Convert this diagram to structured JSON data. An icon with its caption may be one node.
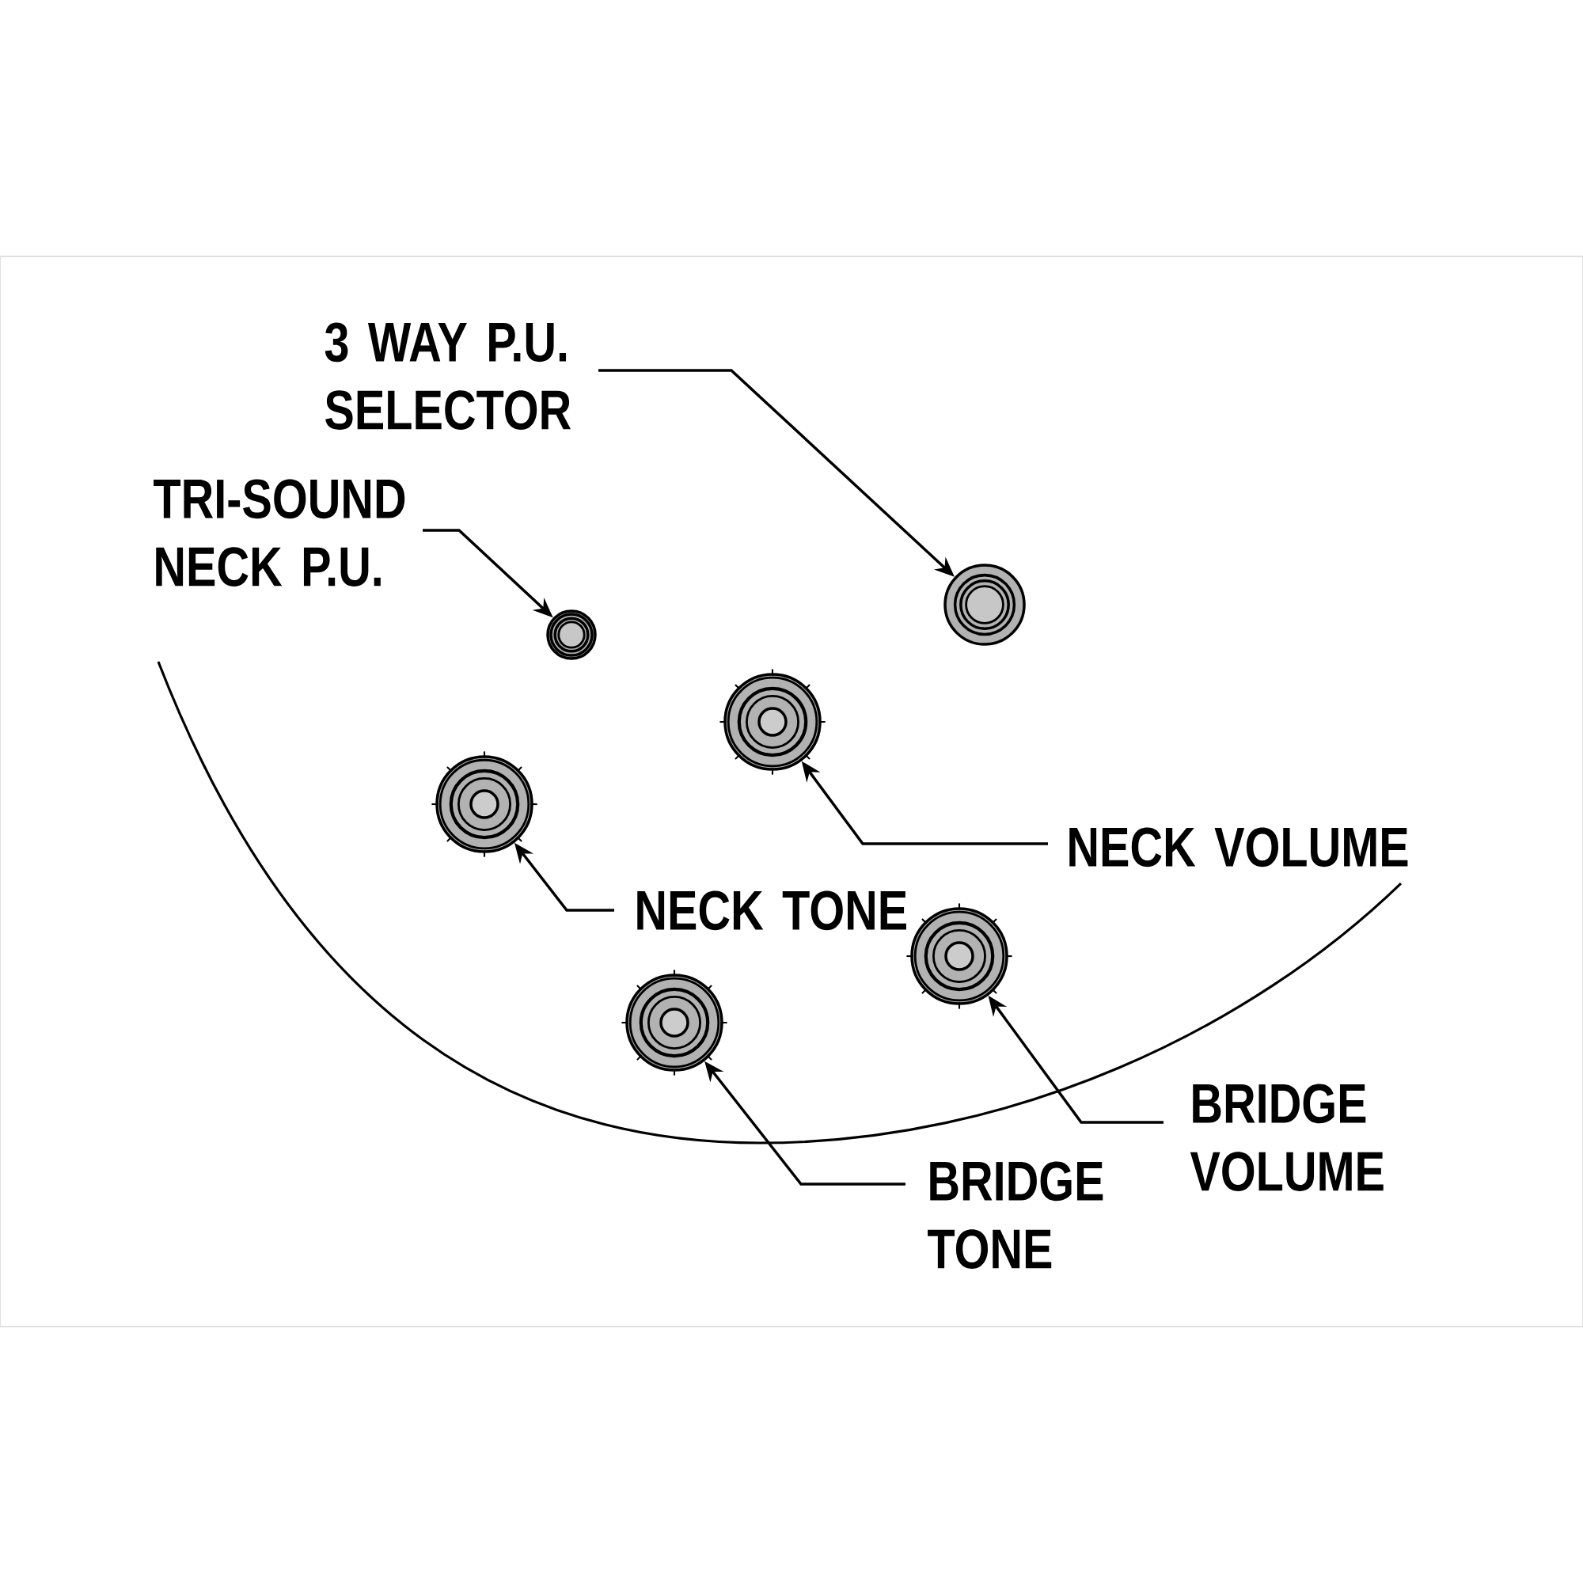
{
  "diagram": {
    "nodes": [
      {
        "text": [
          "3 WAY P.U. SELECTOR"
        ]
      },
      {
        "text": [
          "TRI-SOUND NECK P.U."
        ]
      },
      {
        "text": [
          "NECK VOLUME"
        ]
      },
      {
        "text": [
          "NECK TONE"
        ]
      },
      {
        "text": [
          "BRIDGE VOLUME"
        ]
      },
      {
        "text": [
          "BRIDGE TONE"
        ]
      },
      {
        "text": [],
        "shape": "circle"
      },
      {
        "text": [],
        "shape": "circle"
      },
      {
        "text": [],
        "shape": "circle"
      },
      {
        "text": [],
        "shape": "circle"
      },
      {
        "text": [],
        "shape": "circle"
      },
      {
        "text": [],
        "shape": "circle"
      }
    ],
    "edges": [
      {
        "from": 0,
        "to": 6,
        "arrow": "to"
      },
      {
        "from": 1,
        "to": 7,
        "arrow": "to"
      },
      {
        "from": 2,
        "to": 8,
        "arrow": "to"
      },
      {
        "from": 3,
        "to": 9,
        "arrow": "to"
      },
      {
        "from": 4,
        "to": 10,
        "arrow": "to"
      },
      {
        "from": 5,
        "to": 11,
        "arrow": "to"
      }
    ]
  }
}
